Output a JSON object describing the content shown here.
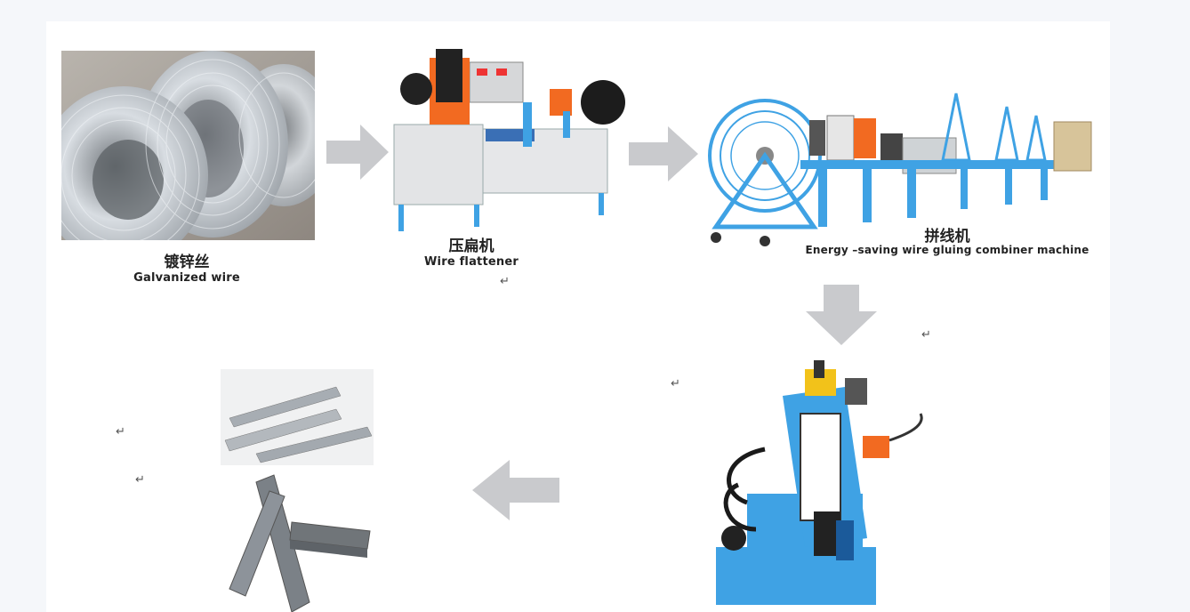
{
  "steps": [
    {
      "cn": "镀锌丝",
      "en": "Galvanized wire",
      "icon": "galvanized-wire-coils"
    },
    {
      "cn": "压扁机",
      "en": "Wire flattener",
      "icon": "wire-flattener-machine"
    },
    {
      "cn": "拼线机",
      "en": "Energy –saving wire gluing combiner machine",
      "icon": "wire-gluing-combiner-line"
    },
    {
      "cn": "",
      "en": "",
      "icon": "staple-forming-machine"
    },
    {
      "cn": "",
      "en": "",
      "icon": "finished-staples"
    }
  ],
  "return_mark": "↵",
  "colors": {
    "arrow": "#c9cacd",
    "machine_blue": "#3fa2e4",
    "machine_orange": "#f26a21",
    "steel": "#8d939a"
  }
}
